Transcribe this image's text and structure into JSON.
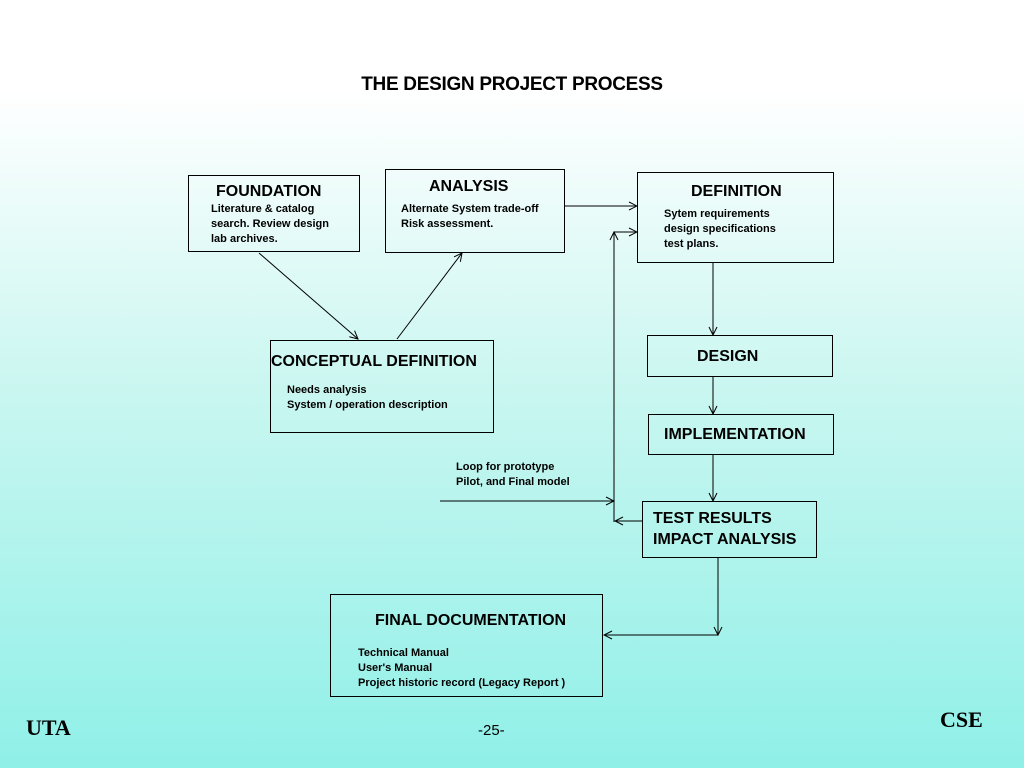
{
  "title": "THE DESIGN PROJECT PROCESS",
  "boxes": {
    "foundation": {
      "heading": "FOUNDATION",
      "lines": [
        "Literature & catalog",
        "search. Review design",
        "lab archives."
      ]
    },
    "analysis": {
      "heading": "ANALYSIS",
      "lines": [
        "Alternate System trade-off",
        "Risk assessment."
      ]
    },
    "definition": {
      "heading": "DEFINITION",
      "lines": [
        "Sytem requirements",
        "design specifications",
        "test plans."
      ]
    },
    "conceptual": {
      "heading": "CONCEPTUAL DEFINITION",
      "lines": [
        "Needs analysis",
        "System / operation description"
      ]
    },
    "design": {
      "heading": "DESIGN"
    },
    "implementation": {
      "heading": "IMPLEMENTATION"
    },
    "test": {
      "lines": [
        "TEST RESULTS",
        "IMPACT ANALYSIS"
      ]
    },
    "final": {
      "heading": "FINAL DOCUMENTATION",
      "lines": [
        "Technical Manual",
        "User's Manual",
        "Project historic record (Legacy Report )"
      ]
    }
  },
  "loop_note": [
    "Loop for prototype",
    "Pilot, and Final model"
  ],
  "footer": {
    "left": "UTA",
    "page": "-25-",
    "right": "CSE"
  }
}
